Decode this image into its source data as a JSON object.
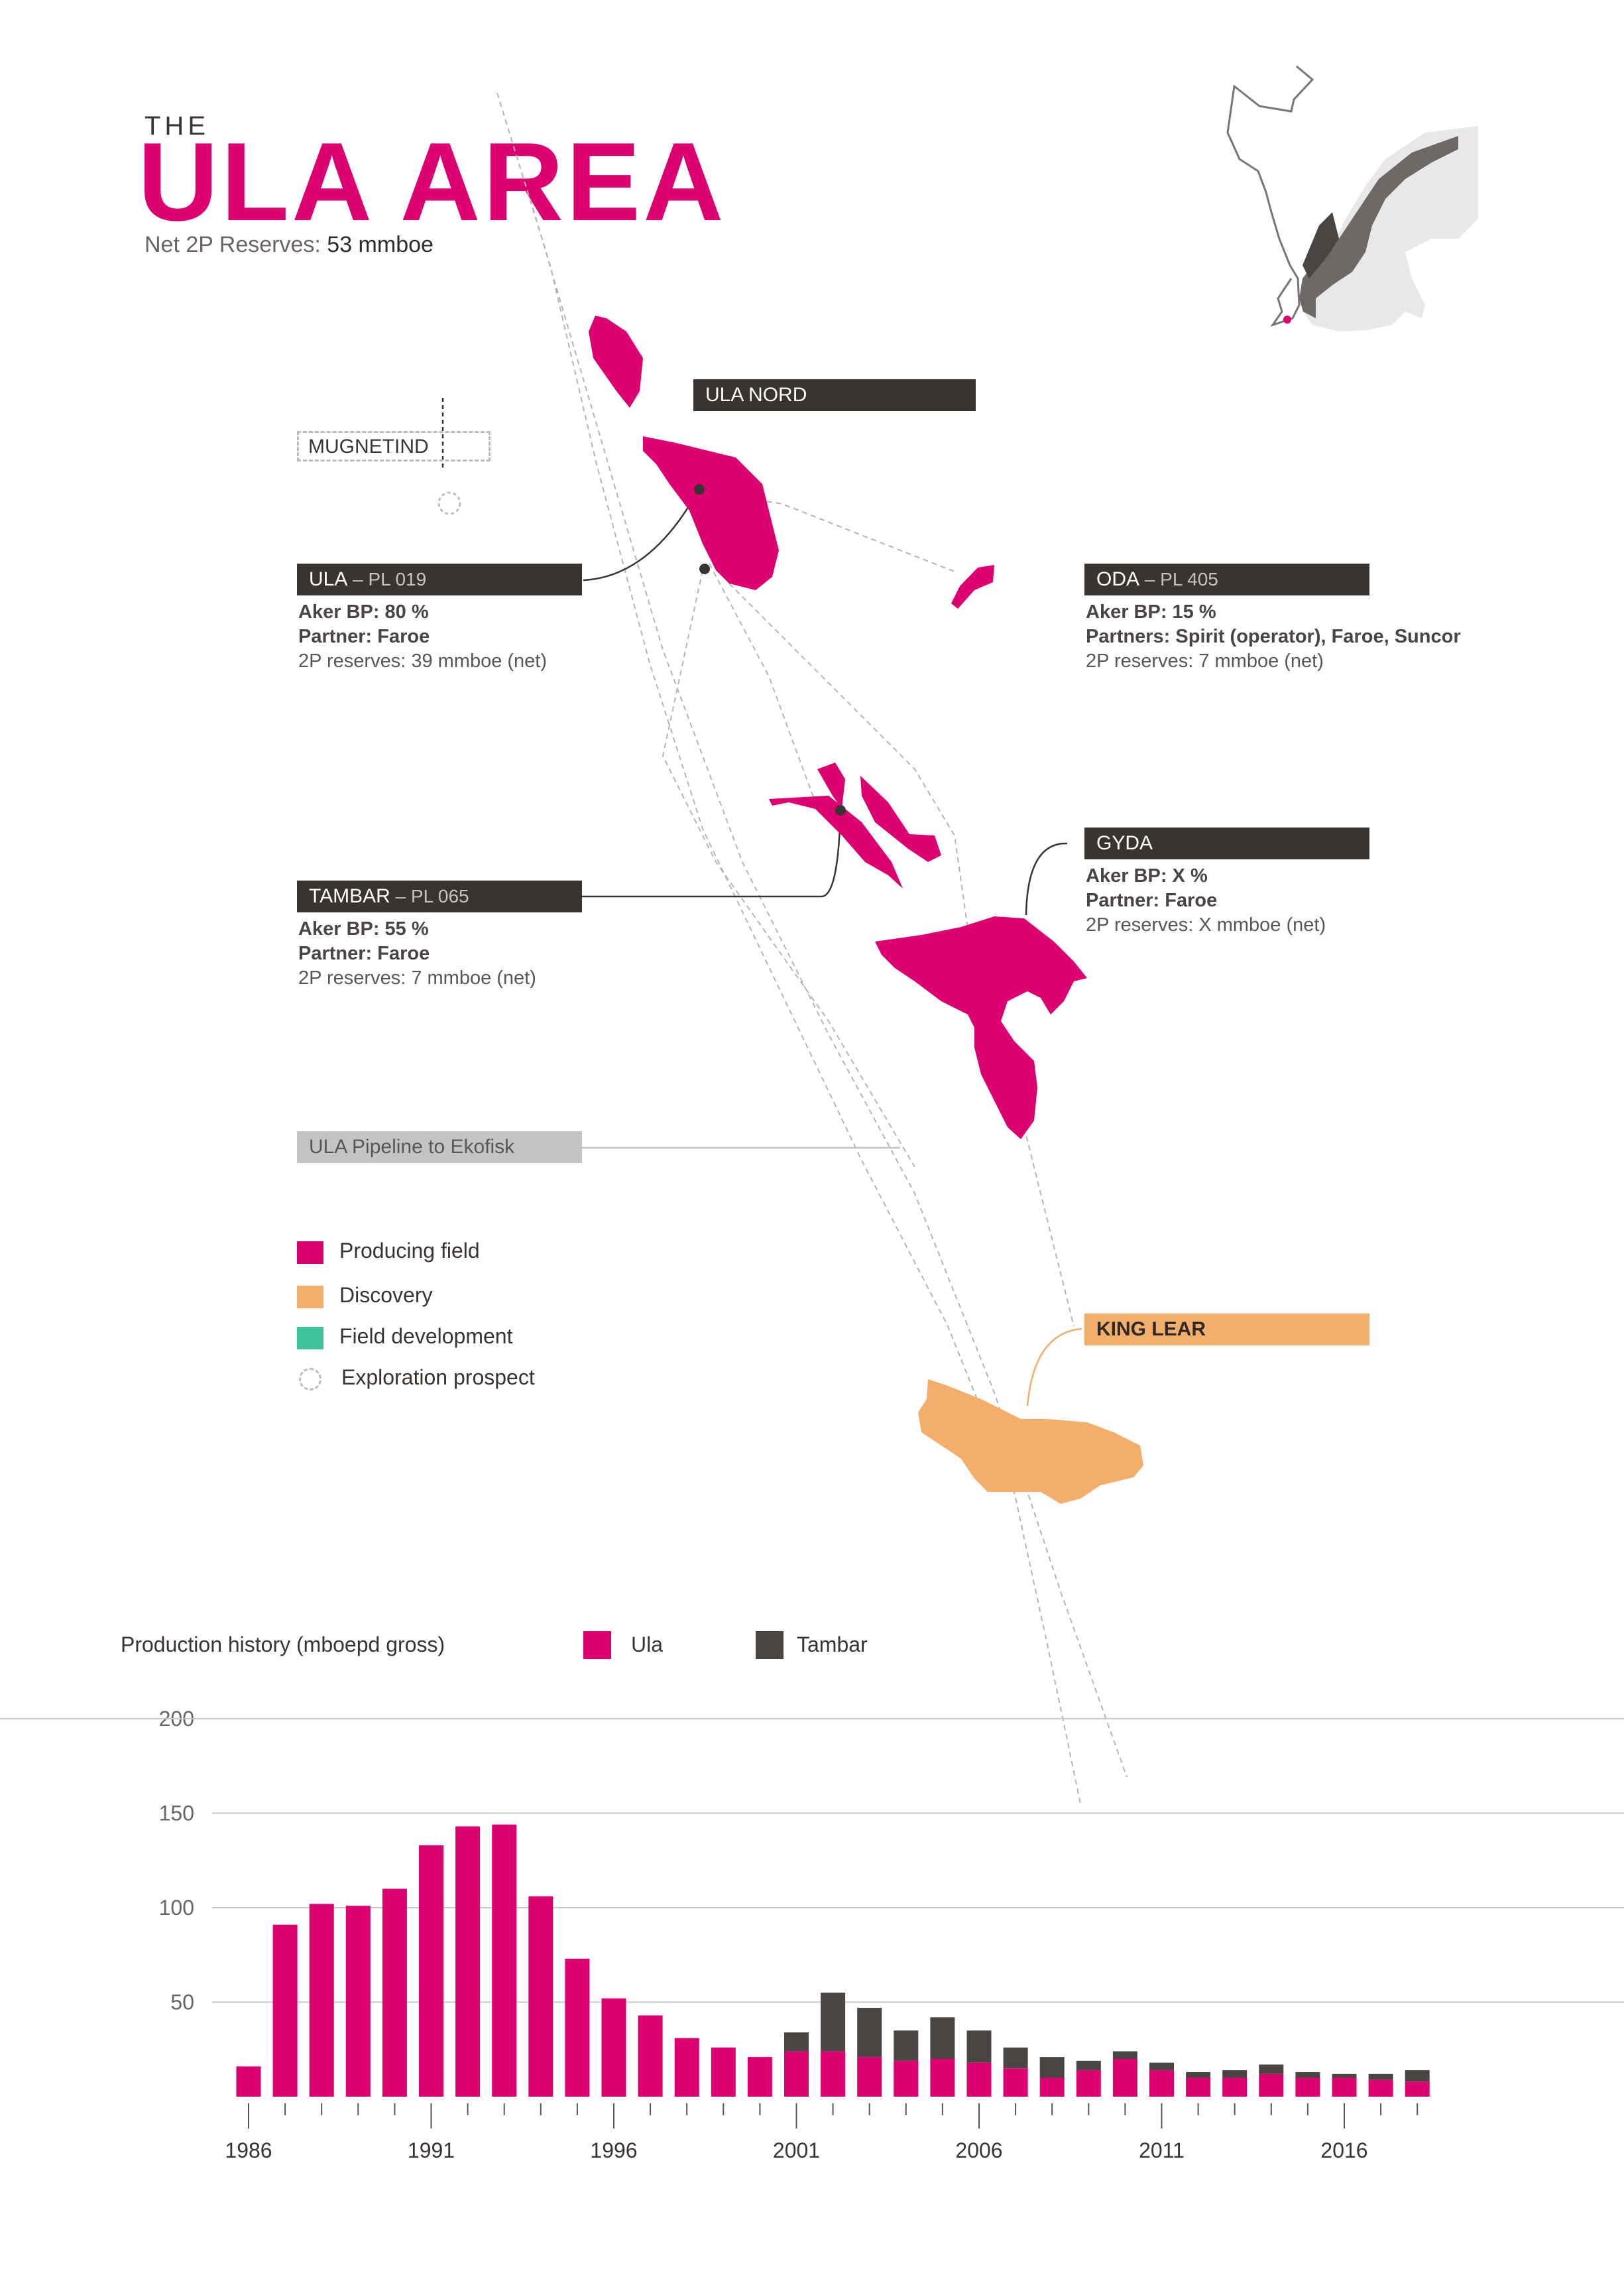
{
  "header": {
    "kicker": "THE",
    "title": "ULA AREA",
    "reserves_label": "Net 2P Reserves:",
    "reserves_value": "53 mmboe"
  },
  "fields": {
    "ula_nord": {
      "name": "ULA NORD"
    },
    "mugnetind": {
      "name": "MUGNETIND"
    },
    "ula": {
      "name": "ULA",
      "pl": " – PL 019",
      "line1": "Aker BP: 80 %",
      "line2": "Partner: Faroe",
      "line3": "2P reserves: 39 mmboe (net)"
    },
    "oda": {
      "name": "ODA",
      "pl": " – PL 405",
      "line1": "Aker BP: 15 %",
      "line2": "Partners: Spirit (operator), Faroe, Suncor",
      "line3": "2P reserves: 7 mmboe (net)"
    },
    "tambar": {
      "name": "TAMBAR",
      "pl": " – PL 065",
      "line1": "Aker BP: 55 %",
      "line2": "Partner: Faroe",
      "line3": "2P reserves: 7 mmboe (net)"
    },
    "gyda": {
      "name": "GYDA",
      "line1": "Aker BP: X %",
      "line2": "Partner: Faroe",
      "line3": "2P reserves: X mmboe (net)"
    },
    "pipeline": {
      "name": "ULA Pipeline to Ekofisk"
    },
    "king_lear": {
      "name": "KING LEAR"
    }
  },
  "map_legend": [
    {
      "label": "Producing field",
      "color": "#dd0070"
    },
    {
      "label": "Discovery",
      "color": "#f3ae6b"
    },
    {
      "label": "Field development",
      "color": "#3ec39c"
    },
    {
      "label": "Exploration prospect",
      "color": "#bdbdbd"
    }
  ],
  "colors": {
    "ula": "#dd0070",
    "tambar": "#4a4442",
    "discovery": "#f3ae6b",
    "dark_label": "#3a3431"
  },
  "chart_data": {
    "type": "bar",
    "stacked": true,
    "title": "Production history (mboepd gross)",
    "categories": [
      1986,
      1987,
      1988,
      1989,
      1990,
      1991,
      1992,
      1993,
      1994,
      1995,
      1996,
      1997,
      1998,
      1999,
      2000,
      2001,
      2002,
      2003,
      2004,
      2005,
      2006,
      2007,
      2008,
      2009,
      2010,
      2011,
      2012,
      2013,
      2014,
      2015,
      2016,
      2017,
      2018
    ],
    "x_tick_labels": [
      "1986",
      "1991",
      "1996",
      "2001",
      "2006",
      "2011",
      "2016"
    ],
    "y_ticks": [
      50,
      100,
      150,
      200
    ],
    "ylim": [
      0,
      200
    ],
    "legend_position": "top",
    "grid": true,
    "series": [
      {
        "name": "Ula",
        "color": "#dd0070",
        "values": [
          16,
          91,
          102,
          101,
          110,
          133,
          143,
          144,
          106,
          73,
          52,
          43,
          31,
          26,
          21,
          24,
          24,
          21,
          19,
          20,
          18,
          15,
          10,
          14,
          20,
          14,
          10,
          10,
          12,
          10,
          10,
          9,
          8
        ]
      },
      {
        "name": "Tambar",
        "color": "#4a4442",
        "values": [
          0,
          0,
          0,
          0,
          0,
          0,
          0,
          0,
          0,
          0,
          0,
          0,
          0,
          0,
          0,
          10,
          31,
          26,
          16,
          22,
          17,
          11,
          11,
          5,
          4,
          4,
          3,
          4,
          5,
          3,
          2,
          3,
          6
        ]
      }
    ]
  }
}
